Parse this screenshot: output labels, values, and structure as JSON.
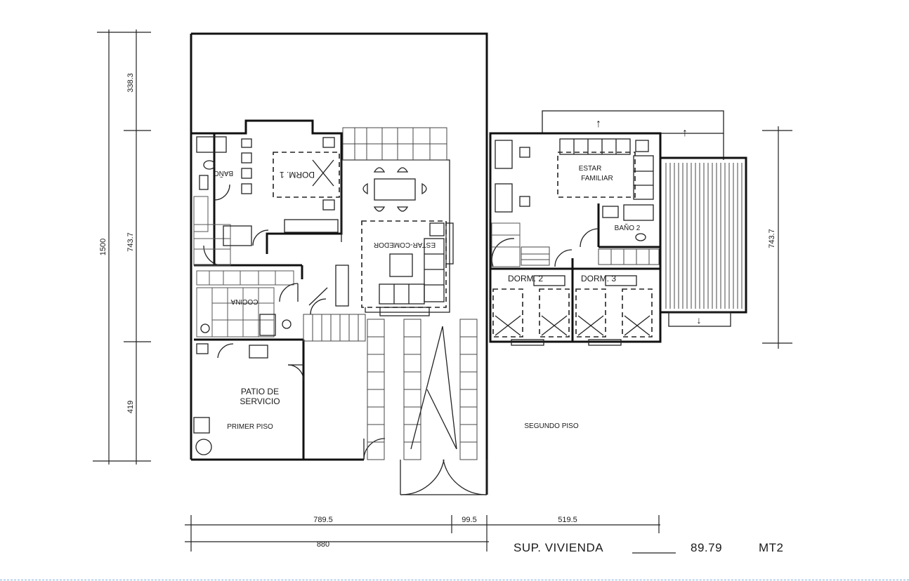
{
  "plan": {
    "dims_left": {
      "total": "1500",
      "top": "338.3",
      "middle": "743.7",
      "bottom": "419"
    },
    "dims_right": {
      "middle": "743.7"
    },
    "dims_bottom": {
      "a": "789.5",
      "b": "99.5",
      "c": "519.5",
      "total": "880"
    },
    "rooms": {
      "dorm1": "DORM. 1",
      "bano1": "BAÑO",
      "estar_comedor": "ESTAR-COMEDOR",
      "cocina": "COCINA",
      "patio_line1": "PATIO DE",
      "patio_line2": "SERVICIO",
      "estar_line1": "ESTAR",
      "estar_line2": "FAMILIAR",
      "bano2": "BAÑO 2",
      "dorm2": "DORM. 2",
      "dorm3": "DORM. 3"
    },
    "floor_labels": {
      "first": "PRIMER PISO",
      "second": "SEGUNDO PISO"
    },
    "area": {
      "label": "SUP. VIVIENDA",
      "value": "89.79",
      "unit": "MT2"
    }
  }
}
